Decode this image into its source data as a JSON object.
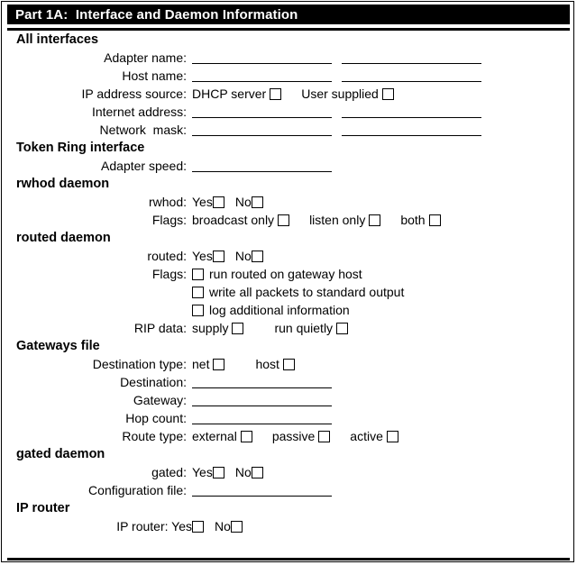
{
  "header": {
    "title": "Part 1A:  Interface and Daemon Information"
  },
  "sections": [
    {
      "heading": "All interfaces",
      "rows": [
        {
          "label": "Adapter name:",
          "type": "blanks",
          "count": 2
        },
        {
          "label": "Host name:",
          "type": "blanks",
          "count": 2
        },
        {
          "label": "IP address source:",
          "type": "checks",
          "options": [
            "DHCP server",
            "User supplied"
          ]
        },
        {
          "label": "Internet address:",
          "type": "blanks",
          "count": 2
        },
        {
          "label": "Network mask:",
          "type": "blanks",
          "count": 2
        }
      ]
    },
    {
      "heading": "Token Ring interface",
      "rows": [
        {
          "label": "Adapter speed:",
          "type": "blanks",
          "count": 1
        }
      ]
    },
    {
      "heading": "rwhod daemon",
      "rows": [
        {
          "label": "rwhod:",
          "type": "checks",
          "options": [
            "Yes",
            "No"
          ]
        },
        {
          "label": "Flags:",
          "type": "checks",
          "options": [
            "broadcast only",
            "listen only",
            "both"
          ]
        }
      ]
    },
    {
      "heading": "routed daemon",
      "rows": [
        {
          "label": "routed:",
          "type": "checks",
          "options": [
            "Yes",
            "No"
          ]
        },
        {
          "label": "Flags:",
          "type": "flags",
          "options": [
            "run routed on gateway host"
          ]
        },
        {
          "label": "",
          "type": "flags",
          "options": [
            "write all packets to standard output"
          ]
        },
        {
          "label": "",
          "type": "flags",
          "options": [
            "log additional information"
          ]
        },
        {
          "label": "RIP data:",
          "type": "checks",
          "options": [
            "supply",
            "run quietly"
          ]
        }
      ]
    },
    {
      "heading": "Gateways file",
      "rows": [
        {
          "label": "Destination type:",
          "type": "checks",
          "options": [
            "net",
            "host"
          ]
        },
        {
          "label": "Destination:",
          "type": "blanks",
          "count": 1
        },
        {
          "label": "Gateway:",
          "type": "blanks",
          "count": 1
        },
        {
          "label": "Hop count:",
          "type": "blanks",
          "count": 1
        },
        {
          "label": "Route type:",
          "type": "checks",
          "options": [
            "external",
            "passive",
            "active"
          ]
        }
      ]
    },
    {
      "heading": "gated daemon",
      "rows": [
        {
          "label": "gated:",
          "type": "checks",
          "options": [
            "Yes",
            "No"
          ]
        },
        {
          "label": "Configuration file:",
          "type": "blanks",
          "count": 1
        }
      ]
    },
    {
      "heading": "IP router",
      "rows": [
        {
          "label": "IP router: Yes",
          "type": "checks_tight",
          "options": [
            "",
            "No"
          ]
        }
      ]
    }
  ],
  "labels": {
    "all_interfaces": "All interfaces",
    "adapter_name": "Adapter name:",
    "host_name": "Host name:",
    "ip_address_source": "IP address source:",
    "dhcp_server": "DHCP server",
    "user_supplied": "User supplied",
    "internet_address": "Internet address:",
    "network_mask": "Network  mask:",
    "token_ring_interface": "Token Ring interface",
    "adapter_speed": "Adapter speed:",
    "rwhod_daemon": "rwhod daemon",
    "rwhod": "rwhod:",
    "yes": "Yes",
    "no": "No",
    "flags": "Flags:",
    "broadcast_only": "broadcast only",
    "listen_only": "listen only",
    "both": "both",
    "routed_daemon": "routed daemon",
    "routed": "routed:",
    "run_routed_on_gateway_host": "run routed on gateway host",
    "write_all_packets": "write all packets to standard output",
    "log_additional_information": "log additional information",
    "rip_data": "RIP data:",
    "supply": "supply",
    "run_quietly": "run quietly",
    "gateways_file": "Gateways file",
    "destination_type": "Destination type:",
    "net": "net",
    "host": "host",
    "destination": "Destination:",
    "gateway": "Gateway:",
    "hop_count": "Hop count:",
    "route_type": "Route type:",
    "external": "external",
    "passive": "passive",
    "active": "active",
    "gated_daemon": "gated daemon",
    "gated": "gated:",
    "configuration_file": "Configuration file:",
    "ip_router_heading": "IP router",
    "ip_router_row": "IP router: Yes"
  }
}
